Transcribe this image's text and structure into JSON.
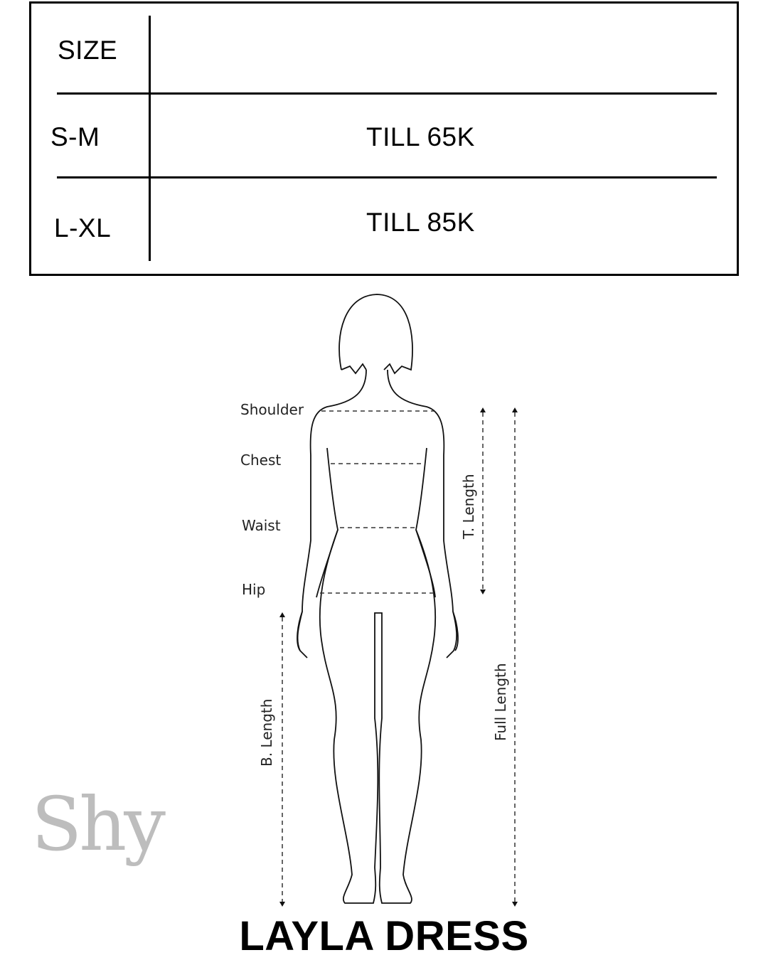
{
  "size_table": {
    "header": {
      "size": "SIZE",
      "value": ""
    },
    "rows": [
      {
        "size": "S-M",
        "value": "TILL 65K"
      },
      {
        "size": "L-XL",
        "value": "TILL 85K"
      }
    ]
  },
  "diagram": {
    "labels": {
      "shoulder": "Shoulder",
      "chest": "Chest",
      "waist": "Waist",
      "hip": "Hip",
      "t_length": "T. Length",
      "b_length": "B. Length",
      "full_length": "Full Length"
    }
  },
  "brand": {
    "logo_text": "Shy",
    "color": "#bdbdbd"
  },
  "product": {
    "title": "LAYLA DRESS"
  }
}
